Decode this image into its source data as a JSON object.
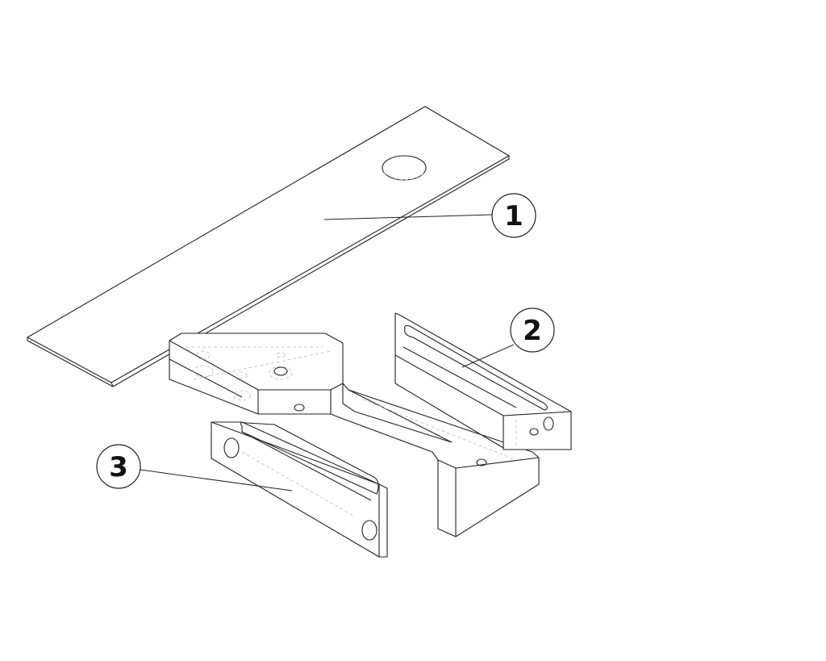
{
  "drawing": {
    "type": "exploded isometric assembly",
    "balloons": [
      {
        "label": "1"
      },
      {
        "label": "2"
      },
      {
        "label": "3"
      }
    ]
  }
}
